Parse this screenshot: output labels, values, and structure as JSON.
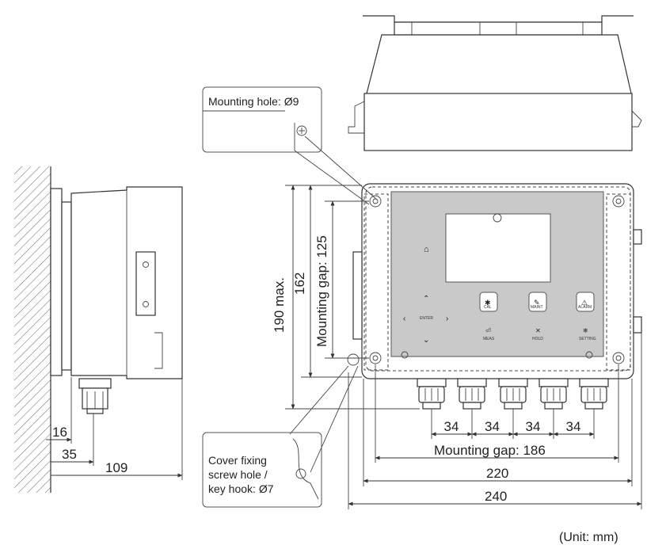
{
  "callouts": {
    "mounting_hole": "Mounting hole: Ø9",
    "cover_screw_line1": "Cover fixing",
    "cover_screw_line2": "screw hole /",
    "cover_screw_line3": "key hook: Ø7"
  },
  "dimensions": {
    "side_16": "16",
    "side_35": "35",
    "side_109": "109",
    "height_max": "190 max.",
    "height_162": "162",
    "mounting_gap_vertical": "Mounting gap: 125",
    "gland_pitch": [
      "34",
      "34",
      "34",
      "34"
    ],
    "mounting_gap_horizontal": "Mounting gap: 186",
    "width_220": "220",
    "width_240": "240"
  },
  "unit_note": "(Unit: mm)",
  "panel_buttons": [
    "CAL",
    "MAINT",
    "ALARM"
  ],
  "panel_keys": [
    "MEAS",
    "HOLD",
    "SETTING"
  ],
  "panel_enter": "ENTER"
}
